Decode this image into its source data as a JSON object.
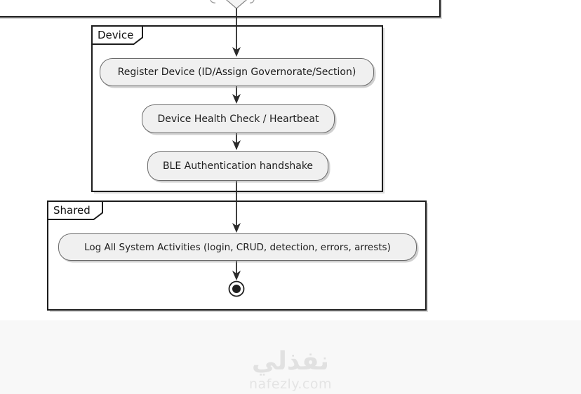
{
  "diagram_type": "uml-activity-diagram",
  "partitions": {
    "top": {
      "label": "",
      "note": "previous partition cut off at top edge"
    },
    "device": {
      "label": "Device"
    },
    "shared": {
      "label": "Shared"
    }
  },
  "nodes": {
    "decision": {
      "type": "diamond",
      "label": ""
    },
    "register_device": {
      "label": "Register Device (ID/Assign Governorate/Section)"
    },
    "health_check": {
      "label": "Device Health Check / Heartbeat"
    },
    "ble_auth": {
      "label": "BLE Authentication handshake"
    },
    "log_activities": {
      "label": "Log All System Activities (login, CRUD, detection, errors, arrests)"
    },
    "final": {
      "type": "final-node",
      "label": ""
    }
  },
  "edges": [
    {
      "from": "decision",
      "to": "register_device"
    },
    {
      "from": "register_device",
      "to": "health_check"
    },
    {
      "from": "health_check",
      "to": "ble_auth"
    },
    {
      "from": "ble_auth",
      "to": "log_activities"
    },
    {
      "from": "log_activities",
      "to": "final"
    }
  ],
  "watermark": {
    "brand_arabic": "نفذلي",
    "brand_domain": "nafezly.com"
  },
  "colors": {
    "activity_fill": "#f0f0f0",
    "activity_border": "#6a6a6a",
    "partition_border": "#1c1c1c",
    "arrow": "#2a2a2a",
    "shadow": "#b9b9b9",
    "watermark": "#e1e1e1",
    "footer_background": "#f8f8f8"
  }
}
